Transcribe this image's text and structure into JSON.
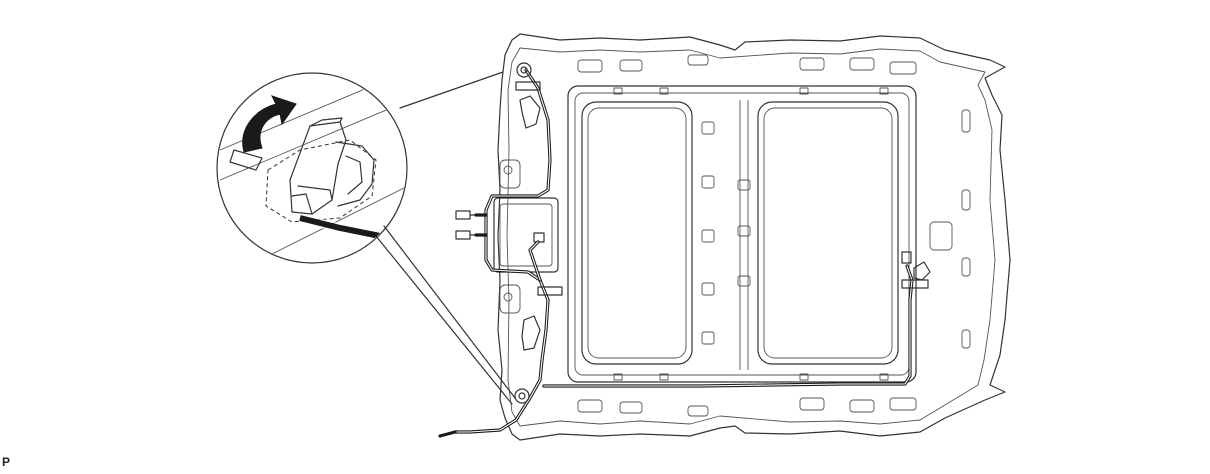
{
  "figure": {
    "corner_label": "P",
    "colors": {
      "line": "#333333",
      "wire": "#1a1a1a",
      "background": "#ffffff"
    },
    "callout": {
      "arrow": "curved-arrow-icon",
      "part": "wire-harness-clamp"
    },
    "components": [
      "roof-headliner",
      "sliding-roof-glass-front",
      "sliding-roof-glass-rear",
      "roof-wire-harness",
      "wire-harness-connectors",
      "harness-clamps"
    ]
  }
}
